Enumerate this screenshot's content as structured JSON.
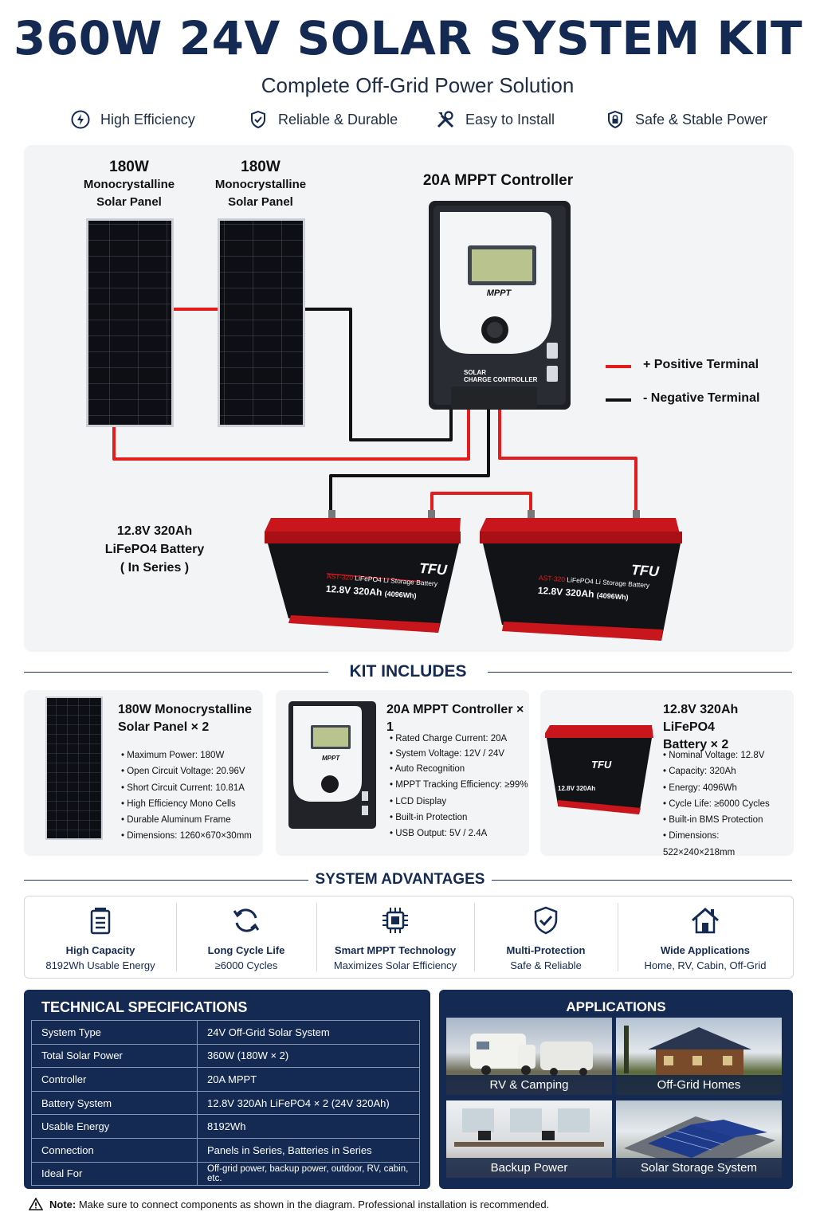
{
  "title": "360W 24V SOLAR SYSTEM KIT",
  "subtitle": "Complete Off-Grid Power Solution",
  "features": [
    {
      "label": "High Efficiency",
      "icon": "lightning-circle-icon"
    },
    {
      "label": "Reliable & Durable",
      "icon": "shield-check-icon"
    },
    {
      "label": "Easy to Install",
      "icon": "tools-icon"
    },
    {
      "label": "Safe & Stable Power",
      "icon": "shield-lock-icon"
    }
  ],
  "diagram": {
    "panel1": {
      "watt": "180W",
      "line1": "Monocrystalline",
      "line2": "Solar Panel"
    },
    "panel2": {
      "watt": "180W",
      "line1": "Monocrystalline",
      "line2": "Solar Panel"
    },
    "controller_label": "20A MPPT Controller",
    "controller_face": {
      "mppt": "MPPT",
      "brand1": "SOLAR",
      "brand2": "CHARGE CONTROLLER"
    },
    "legend": {
      "positive": "+ Positive Terminal",
      "negative": "- Negative Terminal"
    },
    "battery_label": {
      "line1": "12.8V 320Ah",
      "line2": "LiFePO4 Battery",
      "line3": "( In Series )"
    },
    "battery_face": {
      "brand": "TFU",
      "model": "AST-320",
      "type": "LiFePO4 Li Storage Battery",
      "rating": "12.8V 320Ah",
      "energy": "(4096Wh)"
    },
    "colors": {
      "positive": "#e31d1d",
      "negative": "#111111"
    }
  },
  "kit": {
    "title": "KIT INCLUDES",
    "items": [
      {
        "title1": "180W Monocrystalline",
        "title2": "Solar Panel × 2",
        "specs": [
          "Maximum Power: 180W",
          "Open Circuit Voltage: 20.96V",
          "Short Circuit Current: 10.81A",
          "High Efficiency Mono Cells",
          "Durable Aluminum Frame",
          "Dimensions: 1260×670×30mm"
        ]
      },
      {
        "title1": "20A MPPT Controller × 1",
        "title2": "",
        "specs": [
          "Rated Charge Current: 20A",
          "System Voltage: 12V / 24V",
          "Auto Recognition",
          "MPPT Tracking Efficiency: ≥99%",
          "LCD Display",
          "Built-in Protection",
          "USB Output: 5V / 2.4A"
        ]
      },
      {
        "title1": "12.8V 320Ah LiFePO4",
        "title2": "Battery × 2",
        "specs": [
          "Nominal Voltage: 12.8V",
          "Capacity: 320Ah",
          "Energy: 4096Wh",
          "Cycle Life: ≥6000 Cycles",
          "Built-in BMS Protection",
          "Dimensions: 522×240×218mm"
        ]
      }
    ]
  },
  "advantages": {
    "title": "SYSTEM ADVANTAGES",
    "items": [
      {
        "heading": "High Capacity",
        "sub": "8192Wh Usable Energy",
        "icon": "battery-icon"
      },
      {
        "heading": "Long Cycle Life",
        "sub": "≥6000 Cycles",
        "icon": "cycle-icon"
      },
      {
        "heading": "Smart MPPT Technology",
        "sub": "Maximizes Solar Efficiency",
        "icon": "chip-icon"
      },
      {
        "heading": "Multi-Protection",
        "sub": "Safe & Reliable",
        "icon": "shield-check-icon"
      },
      {
        "heading": "Wide Applications",
        "sub": "Home, RV, Cabin, Off-Grid",
        "icon": "house-icon"
      }
    ]
  },
  "specs": {
    "title": "TECHNICAL SPECIFICATIONS",
    "rows": [
      [
        "System Type",
        "24V Off-Grid Solar System"
      ],
      [
        "Total Solar Power",
        "360W (180W × 2)"
      ],
      [
        "Controller",
        "20A MPPT"
      ],
      [
        "Battery System",
        "12.8V 320Ah LiFePO4 × 2 (24V 320Ah)"
      ],
      [
        "Usable Energy",
        "8192Wh"
      ],
      [
        "Connection",
        "Panels in Series, Batteries in Series"
      ],
      [
        "Ideal For",
        "Off-grid power, backup power, outdoor, RV, cabin, etc."
      ]
    ]
  },
  "applications": {
    "title": "APPLICATIONS",
    "items": [
      "RV & Camping",
      "Off-Grid Homes",
      "Backup Power",
      "Solar Storage System"
    ]
  },
  "note": {
    "bold": "Note:",
    "text": "Make sure to connect components as shown in the diagram. Professional installation is recommended."
  }
}
